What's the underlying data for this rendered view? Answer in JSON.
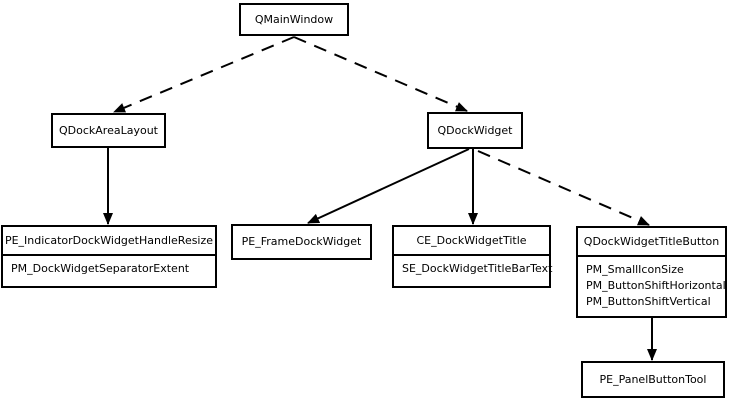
{
  "diagram": {
    "background_color": "#ffffff",
    "line_color": "#000000",
    "text_color": "#000000",
    "nodes": {
      "qmainwindow": {
        "title": "QMainWindow"
      },
      "qdockarealayout": {
        "title": "QDockAreaLayout"
      },
      "qdockwidget": {
        "title": "QDockWidget"
      },
      "pe_indicator": {
        "title": "PE_IndicatorDockWidgetHandleResize",
        "items": [
          "PM_DockWidgetSeparatorExtent"
        ]
      },
      "pe_framedockwidget": {
        "title": "PE_FrameDockWidget"
      },
      "ce_dockwidgettitle": {
        "title": "CE_DockWidgetTitle",
        "items": [
          "SE_DockWidgetTitleBarText"
        ]
      },
      "qdockwidgettitlebutton": {
        "title": "QDockWidgetTitleButton",
        "items": [
          "PM_SmallIconSize",
          "PM_ButtonShiftHorizontal",
          "PM_ButtonShiftVertical"
        ]
      },
      "pe_panelbuttontool": {
        "title": "PE_PanelButtonTool"
      }
    },
    "edges": [
      {
        "from": "qmainwindow",
        "to": "qdockarealayout",
        "style": "dashed",
        "points": [
          294,
          37,
          114,
          112
        ]
      },
      {
        "from": "qmainwindow",
        "to": "qdockwidget",
        "style": "dashed",
        "points": [
          294,
          37,
          467,
          111
        ]
      },
      {
        "from": "qdockarealayout",
        "to": "pe_indicator",
        "style": "solid",
        "points": [
          108,
          148,
          108,
          224
        ]
      },
      {
        "from": "qdockwidget",
        "to": "pe_framedockwidget",
        "style": "solid",
        "points": [
          469,
          149,
          308,
          223
        ]
      },
      {
        "from": "qdockwidget",
        "to": "ce_dockwidgettitle",
        "style": "solid",
        "points": [
          473,
          149,
          473,
          224
        ]
      },
      {
        "from": "qdockwidget",
        "to": "qdockwidgettitlebutton",
        "style": "dashed",
        "points": [
          478,
          151,
          649,
          225
        ]
      },
      {
        "from": "qdockwidgettitlebutton",
        "to": "pe_panelbuttontool",
        "style": "solid",
        "points": [
          652,
          318,
          652,
          360
        ]
      }
    ]
  }
}
